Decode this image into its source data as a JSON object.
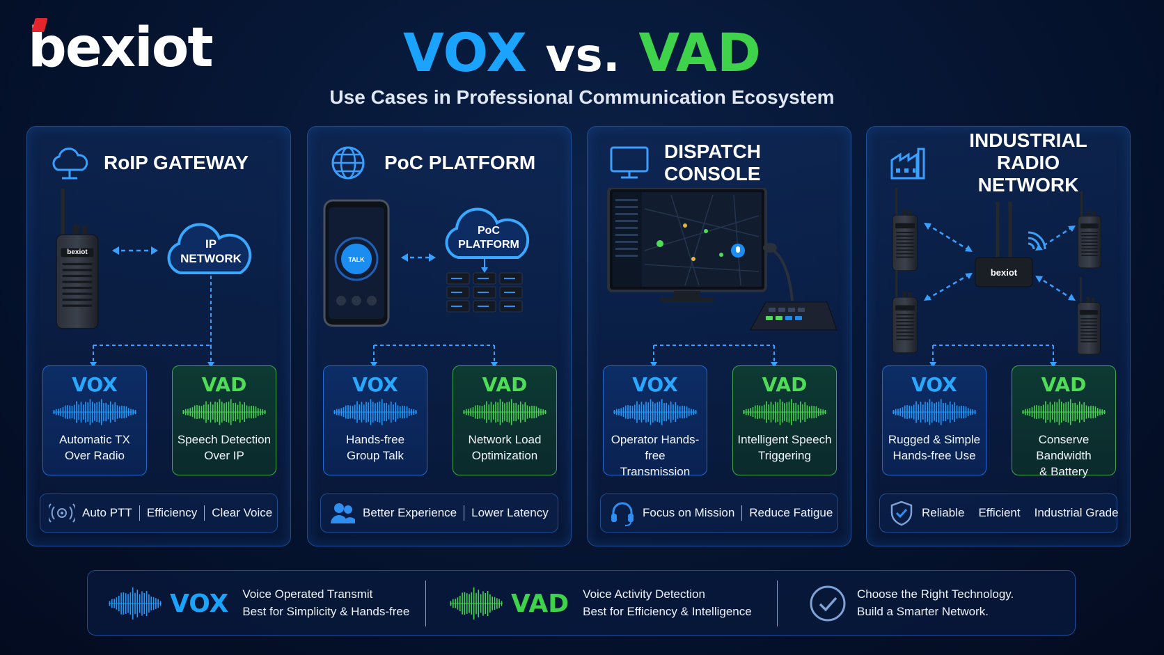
{
  "brand": {
    "logo_text": "bexiot"
  },
  "header": {
    "title_vox": "VOX",
    "title_vs": "vs.",
    "title_vad": "VAD",
    "subtitle": "Use Cases in Professional Communication Ecosystem"
  },
  "colors": {
    "vox": "#1aa3ff",
    "vad": "#3ed34a",
    "panel_border": "#1d4d92",
    "background": "#061634"
  },
  "panels": [
    {
      "title": "RoIP GATEWAY",
      "icon": "cloud-icon",
      "illustration_labels": [
        "bexiot",
        "IP",
        "NETWORK"
      ],
      "vox": {
        "label": "VOX",
        "desc1": "Automatic TX",
        "desc2": "Over Radio"
      },
      "vad": {
        "label": "VAD",
        "desc1": "Speech Detection",
        "desc2": "Over IP"
      },
      "bar_icon": "target-icon",
      "bar_items": [
        "Auto PTT",
        "Efficiency",
        "Clear Voice"
      ]
    },
    {
      "title": "PoC PLATFORM",
      "icon": "globe-icon",
      "illustration_labels": [
        "TALK",
        "PoC",
        "PLATFORM"
      ],
      "vox": {
        "label": "VOX",
        "desc1": "Hands-free",
        "desc2": "Group Talk"
      },
      "vad": {
        "label": "VAD",
        "desc1": "Network Load",
        "desc2": "Optimization"
      },
      "bar_icon": "users-icon",
      "bar_items": [
        "Better Experience",
        "Lower Latency"
      ]
    },
    {
      "title": "DISPATCH CONSOLE",
      "icon": "monitor-icon",
      "illustration_labels": [],
      "vox": {
        "label": "VOX",
        "desc1": "Operator Hands-free",
        "desc2": "Transmission"
      },
      "vad": {
        "label": "VAD",
        "desc1": "Intelligent Speech",
        "desc2": "Triggering"
      },
      "bar_icon": "headset-icon",
      "bar_items": [
        "Focus on Mission",
        "Reduce Fatigue"
      ]
    },
    {
      "title_line1": "INDUSTRIAL RADIO",
      "title_line2": "NETWORK",
      "icon": "factory-icon",
      "illustration_labels": [
        "bexiot"
      ],
      "vox": {
        "label": "VOX",
        "desc1": "Rugged & Simple",
        "desc2": "Hands-free Use"
      },
      "vad": {
        "label": "VAD",
        "desc1": "Conserve Bandwidth",
        "desc2": "& Battery"
      },
      "bar_icon": "shield-icon",
      "bar_items": [
        "Reliable",
        "Efficient",
        "Industrial Grade"
      ]
    }
  ],
  "footer": {
    "vox": {
      "label": "VOX",
      "line1": "Voice Operated Transmit",
      "line2": "Best for Simplicity & Hands-free"
    },
    "vad": {
      "label": "VAD",
      "line1": "Voice Activity Detection",
      "line2": "Best for Efficiency & Intelligence"
    },
    "cta": {
      "line1": "Choose the Right Technology.",
      "line2": "Build a Smarter Network."
    }
  }
}
